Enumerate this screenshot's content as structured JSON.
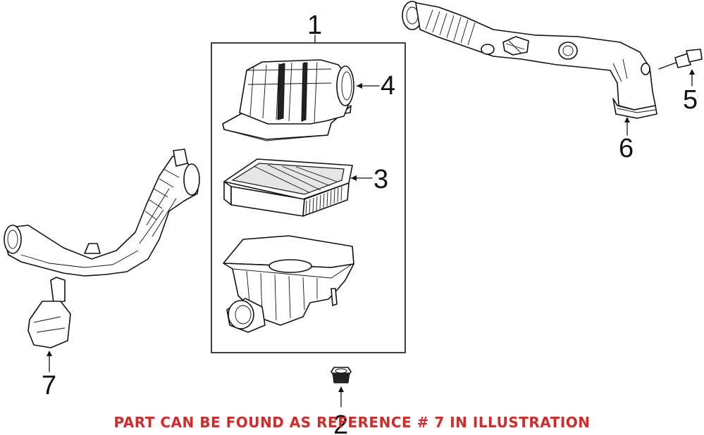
{
  "callouts": {
    "c1": "1",
    "c2": "2",
    "c3": "3",
    "c4": "4",
    "c5": "5",
    "c6": "6",
    "c7": "7"
  },
  "notice": {
    "text": "PART CAN BE FOUND AS REFERENCE # 7 IN ILLUSTRATION",
    "color": "#d42a2a"
  }
}
